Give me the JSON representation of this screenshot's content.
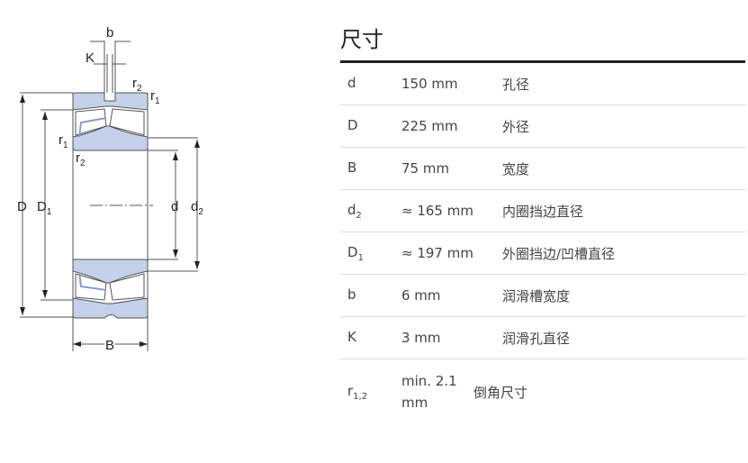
{
  "title": "尺寸",
  "drawing_labels": {
    "b": "b",
    "K": "K",
    "r1": "r",
    "r2": "r",
    "sub1": "1",
    "sub2": "2",
    "D": "D",
    "D1": "D",
    "d": "d",
    "d2": "d",
    "B": "B"
  },
  "rows": [
    {
      "sym": "d",
      "sub": "",
      "value": "150 mm",
      "desc": "孔径"
    },
    {
      "sym": "D",
      "sub": "",
      "value": "225 mm",
      "desc": "外径"
    },
    {
      "sym": "B",
      "sub": "",
      "value": "75 mm",
      "desc": "宽度"
    },
    {
      "sym": "d",
      "sub": "2",
      "value": "≈ 165 mm",
      "desc": "内圈挡边直径"
    },
    {
      "sym": "D",
      "sub": "1",
      "value": "≈ 197 mm",
      "desc": "外圈挡边/凹槽直径"
    },
    {
      "sym": "b",
      "sub": "",
      "value": "6 mm",
      "desc": "润滑槽宽度"
    },
    {
      "sym": "K",
      "sub": "",
      "value": "3 mm",
      "desc": "润滑孔直径"
    },
    {
      "sym": "r",
      "sub": "1,2",
      "value": "min. 2.1 mm",
      "desc": "倒角尺寸"
    }
  ]
}
